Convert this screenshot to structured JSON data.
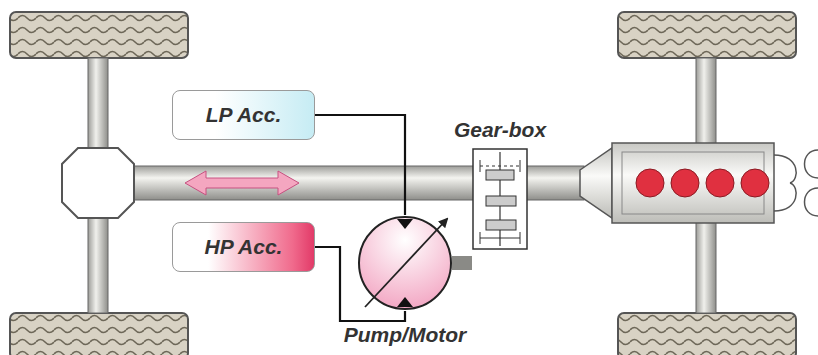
{
  "diagram": {
    "nodes": [
      {
        "text": [
          "LP Acc."
        ]
      },
      {
        "text": [
          "Gear-box"
        ]
      },
      {
        "text": [
          "HP Acc."
        ]
      },
      {
        "text": [
          "Pump/Motor"
        ]
      }
    ],
    "edges": [
      {
        "from": 0,
        "to": 3,
        "arrow": "none"
      },
      {
        "from": 2,
        "to": 3,
        "arrow": "none"
      },
      {
        "from": 3,
        "to": 1,
        "arrow": "none"
      }
    ]
  }
}
